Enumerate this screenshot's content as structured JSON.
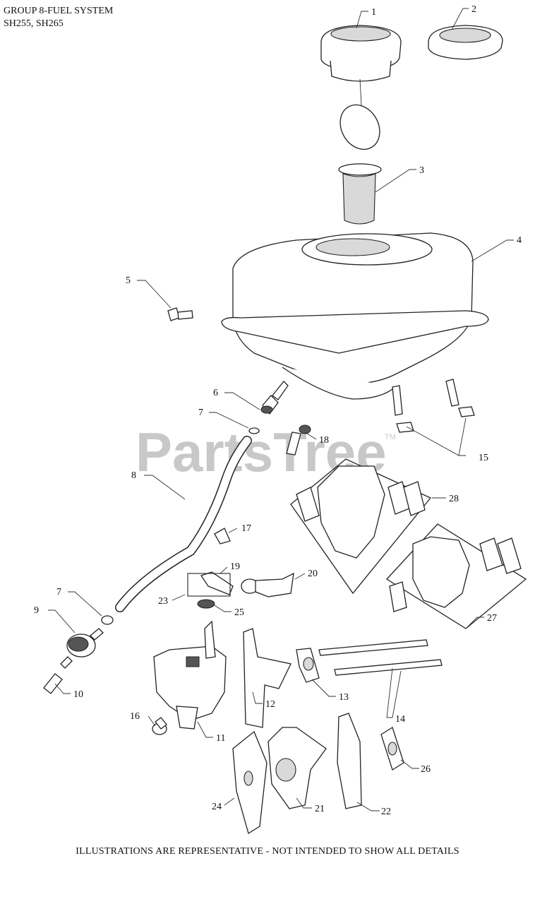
{
  "header": {
    "line1": "GROUP 8-FUEL SYSTEM",
    "line2": "SH255, SH265"
  },
  "watermark": {
    "text": "PartsTree",
    "tm": "TM"
  },
  "callouts": {
    "c1": "1",
    "c2": "2",
    "c3": "3",
    "c4": "4",
    "c5": "5",
    "c6": "6",
    "c7a": "7",
    "c7b": "7",
    "c8": "8",
    "c9": "9",
    "c10": "10",
    "c11": "11",
    "c12": "12",
    "c13": "13",
    "c14": "14",
    "c15": "15",
    "c16": "16",
    "c17": "17",
    "c18": "18",
    "c19": "19",
    "c20": "20",
    "c21": "21",
    "c22": "22",
    "c23": "23",
    "c24": "24",
    "c25": "25",
    "c26": "26",
    "c27": "27",
    "c28": "28"
  },
  "footer": {
    "note": "ILLUSTRATIONS ARE REPRESENTATIVE - NOT INTENDED TO SHOW ALL DETAILS"
  }
}
